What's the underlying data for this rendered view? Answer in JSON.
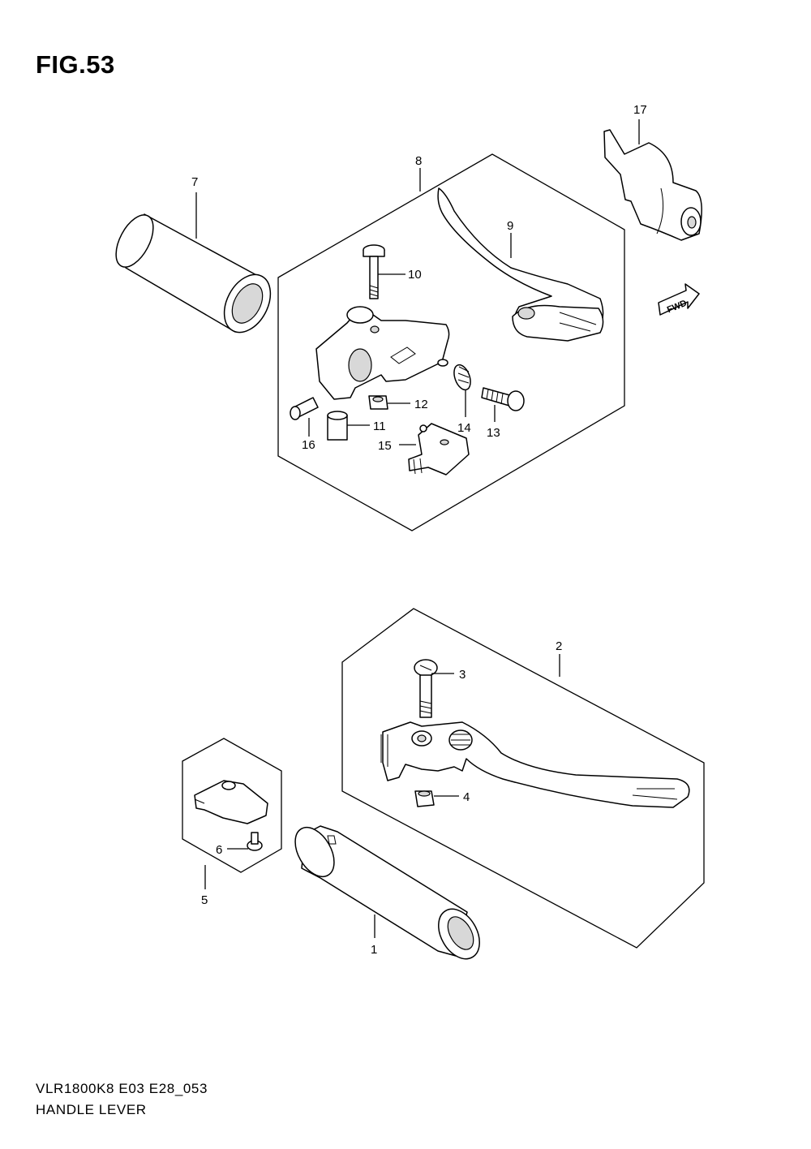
{
  "figure": {
    "title": "FIG.53",
    "code": "VLR1800K8 E03 E28_053",
    "name": "HANDLE LEVER",
    "fwd_label": "FWD"
  },
  "callouts": {
    "p1": "1",
    "p2": "2",
    "p3": "3",
    "p4": "4",
    "p5": "5",
    "p6": "6",
    "p7": "7",
    "p8": "8",
    "p9": "9",
    "p10": "10",
    "p11": "11",
    "p12": "12",
    "p13": "13",
    "p14": "14",
    "p15": "15",
    "p16": "16",
    "p17": "17"
  }
}
